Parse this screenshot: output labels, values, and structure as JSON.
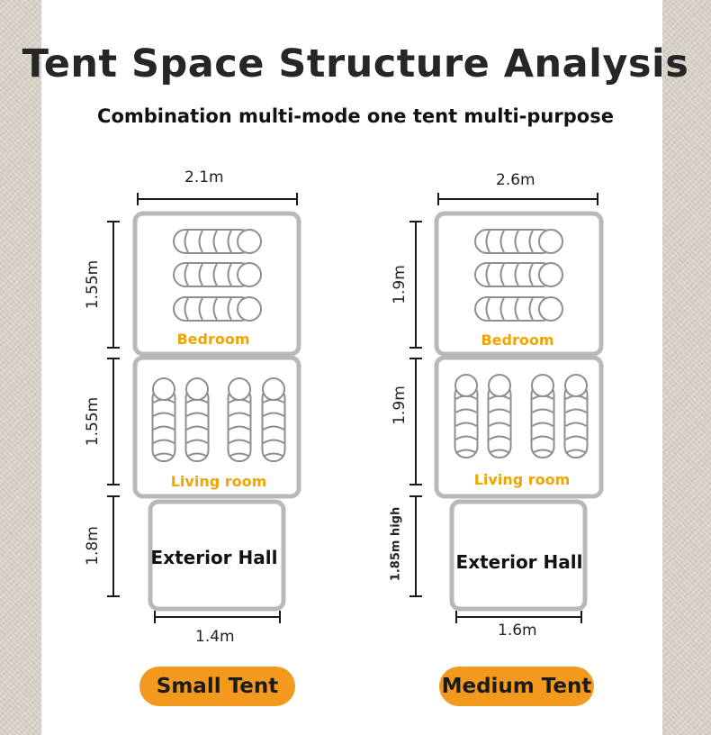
{
  "title": "Tent Space Structure Analysis",
  "subtitle": "Combination multi-mode one tent multi-purpose",
  "small_tent": {
    "label": "Small Tent",
    "width_top": "2.1m",
    "bedroom_depth": "1.55m",
    "living_depth": "1.55m",
    "hall_depth": "1.8m",
    "hall_width": "1.4m",
    "bedroom_label": "Bedroom",
    "living_label": "Living room",
    "hall_label": "Exterior Hall"
  },
  "medium_tent": {
    "label": "Medium Tent",
    "width_top": "2.6m",
    "bedroom_depth": "1.9m",
    "living_depth": "1.9m",
    "hall_height": "1.85m high",
    "hall_width": "1.6m",
    "bedroom_label": "Bedroom",
    "living_label": "Living room",
    "hall_label": "Exterior Hall"
  },
  "colors": {
    "accent": "#f39a1e",
    "room_label": "#f0a500",
    "outline": "#b8b8b8"
  }
}
